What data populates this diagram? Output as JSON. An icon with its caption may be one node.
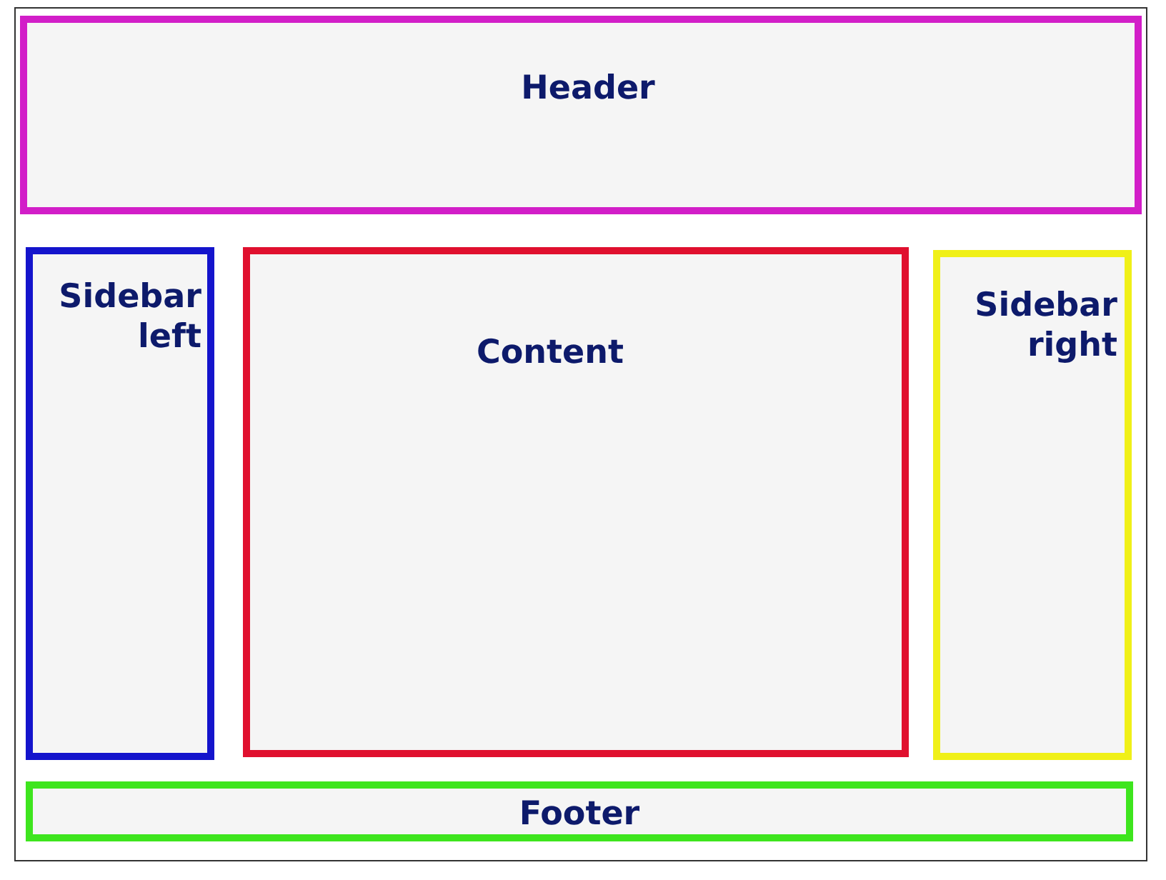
{
  "diagram": {
    "nodes": [
      {
        "text": [],
        "shape": "box"
      },
      {
        "text": [
          "Header"
        ],
        "in": 0
      },
      {
        "text": [
          "Sidebar left"
        ],
        "in": 0
      },
      {
        "text": [
          "Content"
        ],
        "in": 0
      },
      {
        "text": [
          "Sidebar right"
        ],
        "in": 0
      },
      {
        "text": [
          "Footer"
        ],
        "in": 0
      }
    ]
  }
}
